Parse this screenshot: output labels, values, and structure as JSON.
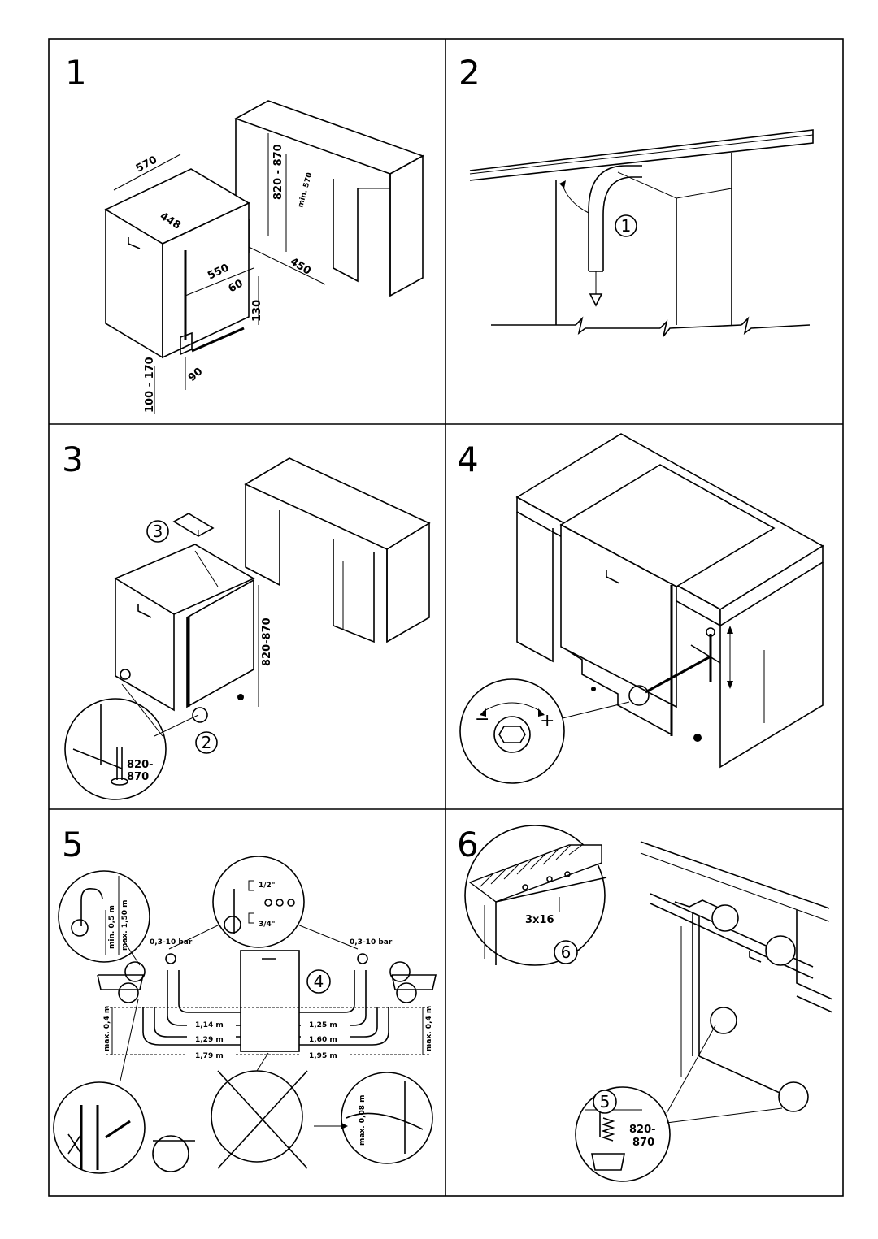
{
  "panels": [
    {
      "number": "1"
    },
    {
      "number": "2"
    },
    {
      "number": "3"
    },
    {
      "number": "4"
    },
    {
      "number": "5"
    },
    {
      "number": "6"
    }
  ],
  "panel1": {
    "dims": [
      "570",
      "448",
      "820 - 870",
      "min. 570",
      "550",
      "450",
      "60",
      "130",
      "90",
      "100 - 170"
    ]
  },
  "panel2": {
    "callout": "1"
  },
  "panel3": {
    "callout_top": "3",
    "callout_bottom": "2",
    "height": "820-870",
    "zoom_height_a": "820-",
    "zoom_height_b": "870"
  },
  "panel4": {
    "minus": "−",
    "plus": "+"
  },
  "panel5": {
    "callout": "4",
    "pressure_left": "0,3-10 bar",
    "pressure_right": "0,3-10 bar",
    "thread_a": "1/2\"",
    "thread_b": "3/4\"",
    "max_height": "max. 1,50 m",
    "min_height": "min. 0,5 m",
    "max_low_left": "max. 0,4 m",
    "max_low_right": "max. 0,4 m",
    "lengths_left": [
      "1,14 m",
      "1,29 m",
      "1,79 m"
    ],
    "lengths_right": [
      "1,25 m",
      "1,60 m",
      "1,95 m"
    ],
    "zoom_max": "max. 0,08 m"
  },
  "panel6": {
    "callout_a": "6",
    "callout_b": "5",
    "screws": "3x16",
    "height_a": "820-",
    "height_b": "870"
  }
}
